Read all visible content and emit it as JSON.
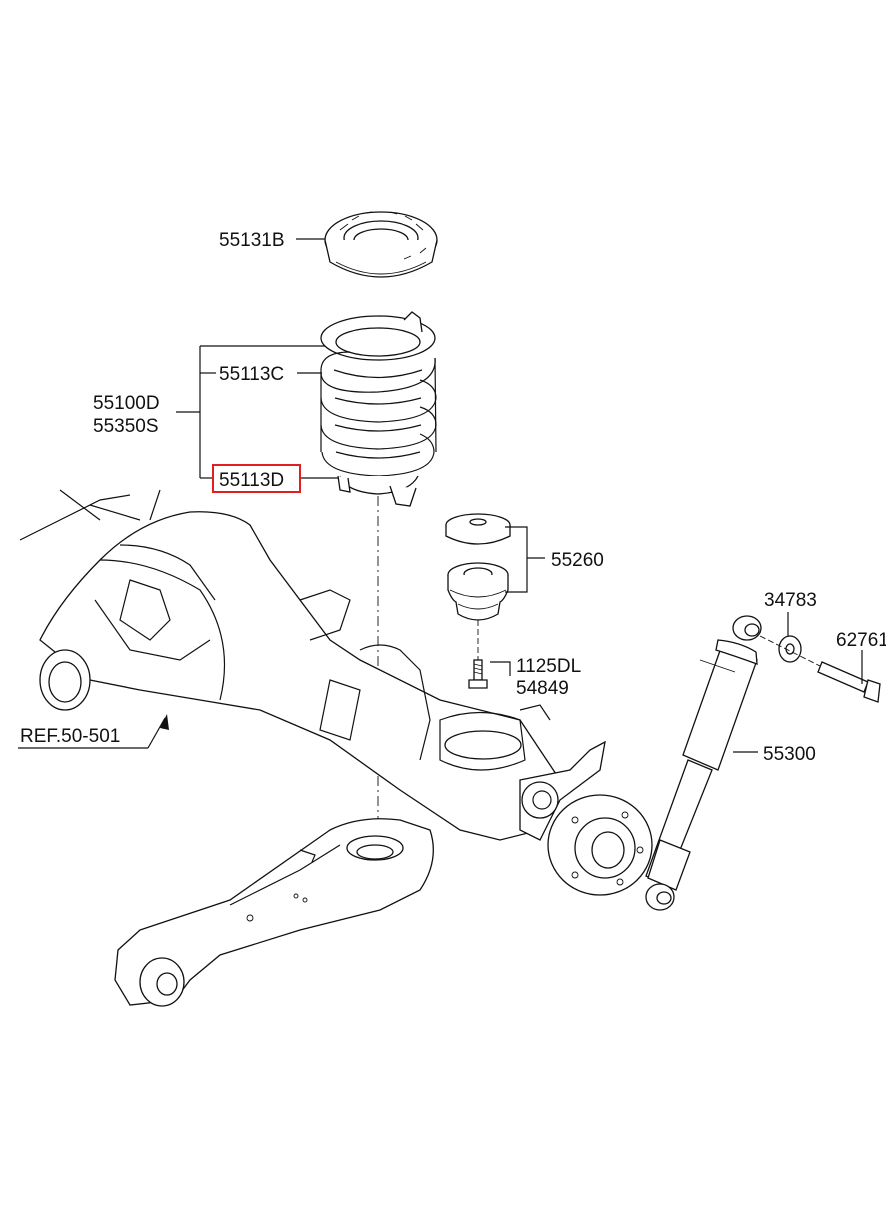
{
  "labels": {
    "spring_seat_upper": "55131B",
    "spring_upper": "55113C",
    "spring_assy_1": "55100D",
    "spring_assy_2": "55350S",
    "spring_lower_selected": "55113D",
    "bump_stopper": "55260",
    "bolt_1": "1125DL",
    "bolt_2": "54849",
    "washer": "34783",
    "shock_bolt": "62761",
    "shock_absorber": "55300",
    "ref": "REF.50-501"
  },
  "highlight_color": "#e02020"
}
